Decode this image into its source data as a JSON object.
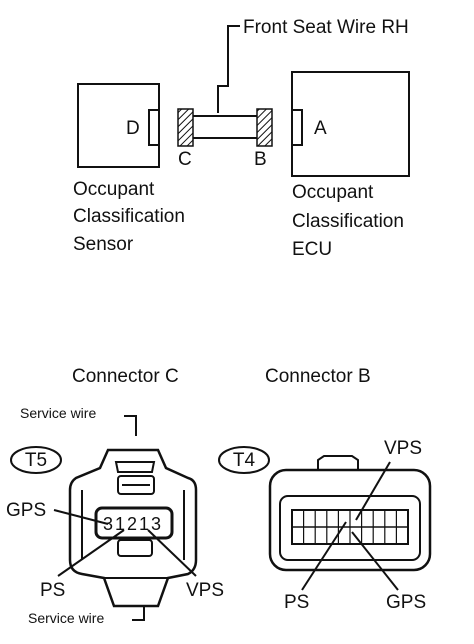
{
  "wiring": {
    "wire_label": "Front Seat Wire RH",
    "sensor": {
      "port": "D",
      "name_lines": [
        "Occupant",
        "Classification",
        "Sensor"
      ]
    },
    "ecu": {
      "port": "A",
      "name_lines": [
        "Occupant",
        "Classification",
        "ECU"
      ]
    },
    "wire_end_left": "C",
    "wire_end_right": "B"
  },
  "connector_c": {
    "title": "Connector C",
    "code": "T5",
    "service_wire_top": "Service wire",
    "service_wire_bottom": "Service wire",
    "pins": [
      "3",
      "1",
      "2",
      "1",
      "3"
    ],
    "callouts": {
      "gps": "GPS",
      "ps": "PS",
      "vps": "VPS"
    }
  },
  "connector_b": {
    "title": "Connector B",
    "code": "T4",
    "callouts": {
      "vps": "VPS",
      "ps": "PS",
      "gps": "GPS"
    }
  },
  "colors": {
    "ink": "#111111",
    "hatch": "#111111",
    "background": "#ffffff"
  }
}
